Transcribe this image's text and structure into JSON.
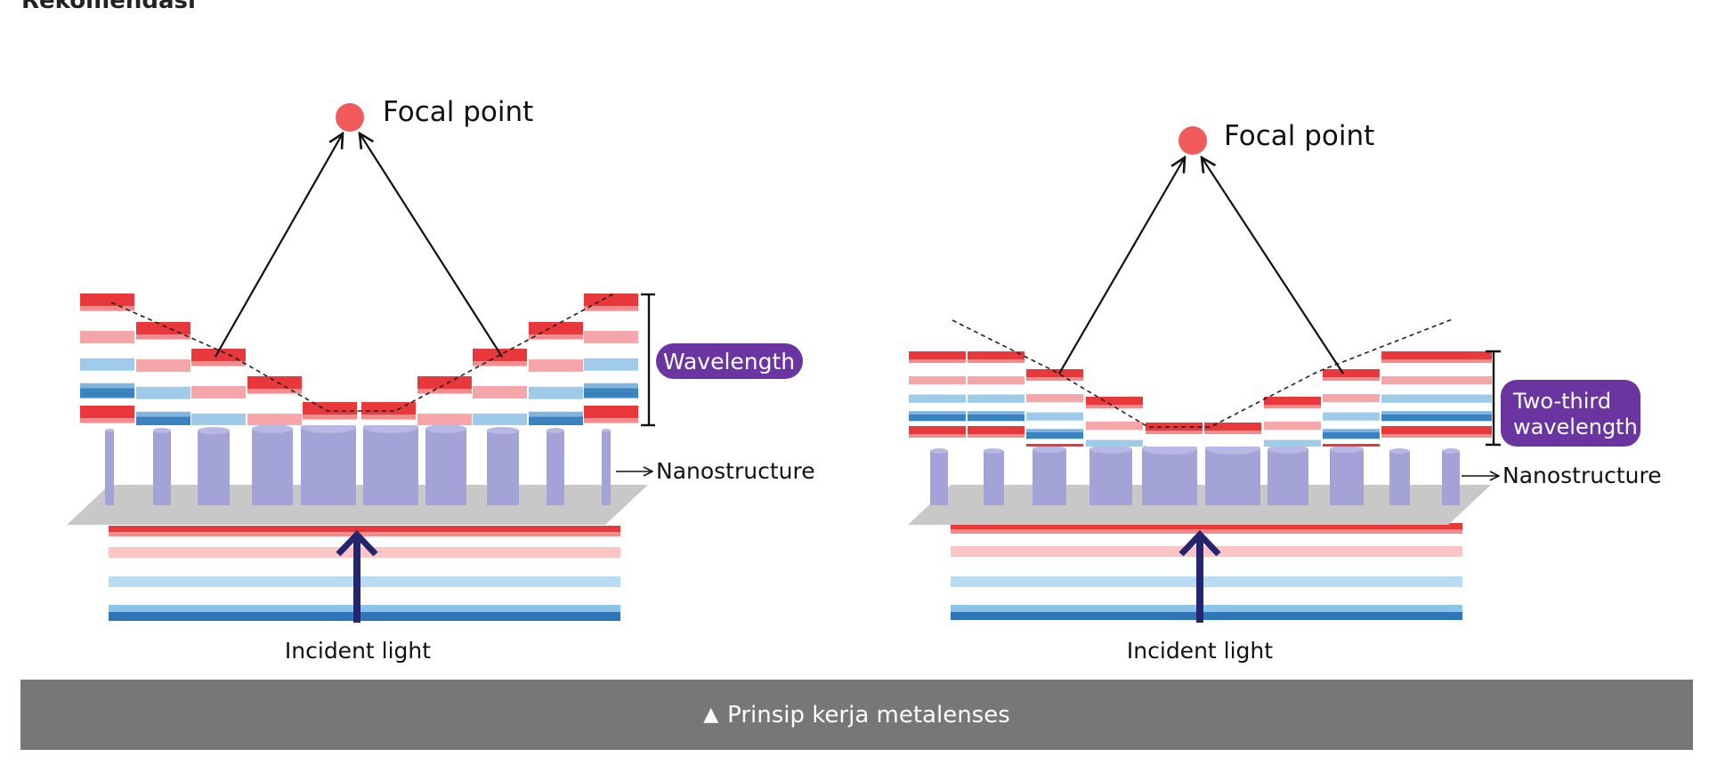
{
  "header": {
    "cut_text": "Rekomendasi"
  },
  "diagrams": [
    {
      "focal_label": "Focal point",
      "badge_lines": [
        "Wavelength"
      ],
      "nano_label": "Nanostructure",
      "incident_label": "Incident light"
    },
    {
      "focal_label": "Focal point",
      "badge_lines": [
        "Two-third",
        "wavelength"
      ],
      "nano_label": "Nanostructure",
      "incident_label": "Incident light"
    }
  ],
  "caption": {
    "icon": "triangle-up-icon",
    "text": "Prinsip kerja metalenses"
  },
  "colors": {
    "red": "#e8383b",
    "pink": "#f6a6a8",
    "light_blue": "#9fcbea",
    "blue": "#3b82c0",
    "pillar": "#a3a3d8",
    "pillar_top": "#b8b8e6",
    "plate": "#c8c8c8",
    "arrow_navy": "#25246e",
    "badge": "#6a35a0",
    "focal_dot": "#f25b5b",
    "caption_bg": "#777777"
  }
}
